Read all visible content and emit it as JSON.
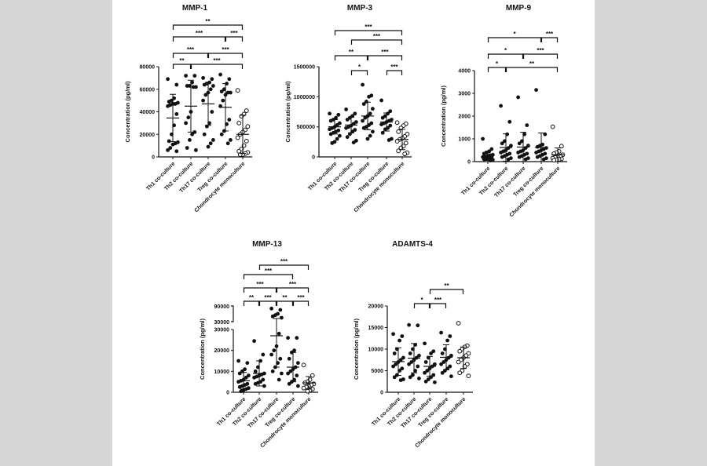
{
  "colors": {
    "background": "#d6d6d6",
    "figure": "#ffffff",
    "ink": "#111111"
  },
  "chart_data": [
    {
      "type": "scatter",
      "title": "MMP-1",
      "ylabel": "Concentration (pg/ml)",
      "ylim": [
        0,
        80000
      ],
      "yticks": [
        0,
        20000,
        40000,
        60000,
        80000
      ],
      "categories": [
        "Th1 co-culture",
        "Th2 co-culture",
        "Th17 co-culture",
        "Treg co-culture",
        "Chondrocyte monoculture"
      ],
      "open_marker_category": "Chondrocyte monoculture",
      "mean": [
        34500,
        45000,
        47000,
        44000,
        20000
      ],
      "sd": [
        21000,
        23000,
        19000,
        21000,
        17000
      ],
      "points": [
        [
          69000,
          64000,
          52000,
          50000,
          49000,
          48000,
          47000,
          47000,
          46000,
          45000,
          38000,
          28000,
          20000,
          14000,
          13000,
          12000,
          11000,
          8000,
          6000,
          5000
        ],
        [
          72000,
          72000,
          66000,
          63000,
          63000,
          62000,
          62000,
          40000,
          35000,
          30000,
          22000,
          20000,
          15000,
          8000,
          6000
        ],
        [
          70000,
          69000,
          66000,
          65000,
          64000,
          63000,
          60000,
          57000,
          55000,
          50000,
          40000,
          30000,
          27000,
          20000,
          15000,
          12000,
          9000
        ],
        [
          73000,
          69000,
          65000,
          60000,
          58000,
          57000,
          57000,
          55000,
          50000,
          45000,
          33000,
          29000,
          23000,
          20000,
          15000,
          12000
        ],
        [
          59000,
          41000,
          38000,
          36000,
          30000,
          27000,
          24000,
          22000,
          20000,
          17000,
          14000,
          10000,
          7000,
          5000,
          4000,
          3000,
          2000,
          2000
        ]
      ],
      "brackets": [
        {
          "from": 1,
          "to": 2,
          "level": 0,
          "label": "**"
        },
        {
          "from": 2,
          "to": 5,
          "level": 0,
          "label": "***"
        },
        {
          "from": 1,
          "to": 3,
          "level": 1,
          "label": "***"
        },
        {
          "from": 3,
          "to": 5,
          "level": 1,
          "label": "***"
        },
        {
          "from": 1,
          "to": 4,
          "level": 2,
          "label": "***"
        },
        {
          "from": 4,
          "to": 5,
          "level": 2,
          "label": "***"
        },
        {
          "from": 1,
          "to": 5,
          "level": 3,
          "label": "**"
        }
      ]
    },
    {
      "type": "scatter",
      "title": "MMP-3",
      "ylabel": "Concentration (pg/ml)",
      "ylim": [
        0,
        1500000
      ],
      "yticks": [
        0,
        500000,
        1000000,
        1500000
      ],
      "categories": [
        "Th1 co-culture",
        "Th2 co-culture",
        "Th17 co-culture",
        "Treg co-culture",
        "Chondrocyte monoculture"
      ],
      "open_marker_category": "Chondrocyte monoculture",
      "mean": [
        500000,
        530000,
        680000,
        580000,
        290000
      ],
      "sd": [
        120000,
        130000,
        230000,
        150000,
        170000
      ],
      "points": [
        [
          720000,
          700000,
          650000,
          620000,
          600000,
          560000,
          530000,
          500000,
          480000,
          460000,
          440000,
          420000,
          400000,
          380000,
          350000,
          300000,
          250000,
          230000
        ],
        [
          790000,
          720000,
          680000,
          650000,
          620000,
          580000,
          550000,
          520000,
          500000,
          480000,
          450000,
          420000,
          380000,
          330000,
          270000,
          240000
        ],
        [
          1200000,
          1020000,
          1000000,
          920000,
          880000,
          800000,
          720000,
          680000,
          650000,
          600000,
          560000,
          530000,
          500000,
          480000,
          420000,
          350000,
          300000
        ],
        [
          940000,
          760000,
          720000,
          680000,
          650000,
          620000,
          600000,
          580000,
          560000,
          540000,
          520000,
          480000,
          460000,
          400000,
          300000,
          280000
        ],
        [
          570000,
          550000,
          520000,
          480000,
          420000,
          380000,
          340000,
          310000,
          290000,
          260000,
          230000,
          180000,
          150000,
          100000,
          70000,
          50000
        ]
      ],
      "brackets": [
        {
          "from": 2,
          "to": 3,
          "level": 0,
          "label": "*"
        },
        {
          "from": 4,
          "to": 5,
          "level": 0,
          "label": "***"
        },
        {
          "from": 1,
          "to": 3,
          "level": 1,
          "label": "**"
        },
        {
          "from": 3,
          "to": 5,
          "level": 1,
          "label": "***"
        },
        {
          "from": 2,
          "to": 5,
          "level": 2,
          "label": "***"
        },
        {
          "from": 1,
          "to": 5,
          "level": 3,
          "label": "***"
        }
      ]
    },
    {
      "type": "scatter",
      "title": "MMP-9",
      "ylabel": "Concentration (pg/ml)",
      "ylim": [
        0,
        4000
      ],
      "yticks": [
        0,
        1000,
        2000,
        3000,
        4000
      ],
      "categories": [
        "Th1 co-culture",
        "Th2 co-culture",
        "Th17 co-culture",
        "Treg co-culture",
        "Chondrocyte monoculture"
      ],
      "open_marker_category": "Chondrocyte monoculture",
      "mean": [
        250,
        620,
        640,
        620,
        300
      ],
      "sd": [
        200,
        600,
        650,
        640,
        300
      ],
      "points": [
        [
          1000,
          550,
          450,
          400,
          350,
          300,
          280,
          250,
          220,
          200,
          180,
          150,
          120,
          100,
          80,
          50
        ],
        [
          2450,
          1750,
          1200,
          900,
          800,
          700,
          600,
          500,
          450,
          400,
          350,
          300,
          250,
          200,
          150,
          100
        ],
        [
          2830,
          1600,
          1200,
          900,
          800,
          700,
          600,
          500,
          450,
          400,
          350,
          300,
          250,
          200,
          150,
          100
        ],
        [
          3150,
          1200,
          750,
          700,
          650,
          600,
          550,
          500,
          450,
          400,
          350,
          300,
          250,
          200,
          150,
          100
        ],
        [
          1530,
          680,
          450,
          400,
          350,
          300,
          250,
          200,
          180,
          150,
          120,
          100,
          80,
          60
        ]
      ],
      "brackets": [
        {
          "from": 1,
          "to": 2,
          "level": 0,
          "label": "*"
        },
        {
          "from": 2,
          "to": 5,
          "level": 0,
          "label": "**"
        },
        {
          "from": 1,
          "to": 3,
          "level": 1,
          "label": "*"
        },
        {
          "from": 3,
          "to": 5,
          "level": 1,
          "label": "***"
        },
        {
          "from": 1,
          "to": 4,
          "level": 2,
          "label": "*"
        },
        {
          "from": 4,
          "to": 5,
          "level": 2,
          "label": "***"
        }
      ]
    },
    {
      "type": "scatter",
      "title": "MMP-13",
      "ylabel": "Concentration (pg/ml)",
      "ylim": [
        0,
        90000
      ],
      "axis_break": [
        30000,
        30000
      ],
      "yticks": [
        0,
        10000,
        20000,
        30000
      ],
      "yticks_upper": [
        30000,
        90000
      ],
      "categories": [
        "Th1 co-culture",
        "Th2 co-culture",
        "Th17 co-culture",
        "Treg co-culture",
        "Chondrocyte monoculture"
      ],
      "open_marker_category": "Chondrocyte monoculture",
      "mean": [
        5500,
        9000,
        27000,
        12000,
        4500
      ],
      "sd": [
        4000,
        6000,
        15000,
        7000,
        3000
      ],
      "points": [
        [
          15000,
          14000,
          11000,
          10000,
          9000,
          8000,
          7000,
          6000,
          5500,
          5000,
          4000,
          3500,
          3000,
          2500,
          2000,
          1500,
          1000,
          500
        ],
        [
          24500,
          18000,
          15000,
          12000,
          10000,
          9000,
          8500,
          8000,
          7500,
          7000,
          6000,
          5000,
          4500,
          4000,
          3000
        ],
        [
          80000,
          75000,
          60000,
          55000,
          50000,
          45000,
          28000,
          22000,
          20000,
          18000,
          16000,
          14000,
          12000,
          10000,
          9000,
          6000
        ],
        [
          26000,
          26000,
          20000,
          19000,
          16000,
          14000,
          12000,
          11000,
          10000,
          9000,
          8000,
          6000,
          5000,
          4000,
          3000
        ],
        [
          13000,
          8000,
          6000,
          5000,
          4500,
          4000,
          3500,
          3000,
          2500,
          2000,
          1500,
          1000,
          500
        ]
      ],
      "brackets": [
        {
          "from": 1,
          "to": 2,
          "level": 0,
          "label": "**"
        },
        {
          "from": 2,
          "to": 3,
          "level": 0,
          "label": "***"
        },
        {
          "from": 3,
          "to": 4,
          "level": 0,
          "label": "**"
        },
        {
          "from": 4,
          "to": 5,
          "level": 0,
          "label": "***"
        },
        {
          "from": 1,
          "to": 3,
          "level": 1,
          "label": "***"
        },
        {
          "from": 3,
          "to": 5,
          "level": 1,
          "label": "***"
        },
        {
          "from": 1,
          "to": 4,
          "level": 2,
          "label": "***"
        },
        {
          "from": 2,
          "to": 5,
          "level": 3,
          "label": "***"
        }
      ]
    },
    {
      "type": "scatter",
      "title": "ADAMTS-4",
      "ylabel": "Concentration (pg/ml)",
      "ylim": [
        0,
        20000
      ],
      "yticks": [
        0,
        5000,
        10000,
        15000,
        20000
      ],
      "categories": [
        "Th1 co-culture",
        "Th2 co-culture",
        "Th17 co-culture",
        "Treg co-culture",
        "Chondrocyte monoculture"
      ],
      "open_marker_category": "Chondrocyte monoculture",
      "mean": [
        7100,
        7900,
        6000,
        8100,
        8000
      ],
      "sd": [
        3200,
        3400,
        2300,
        2900,
        2500
      ],
      "points": [
        [
          13500,
          13000,
          12000,
          10000,
          9000,
          8000,
          7500,
          7000,
          6500,
          6000,
          5500,
          5000,
          4000,
          3500,
          3000,
          2800
        ],
        [
          15600,
          15500,
          11000,
          10000,
          9000,
          8500,
          8000,
          7500,
          7000,
          6500,
          6000,
          5000,
          4000,
          3500,
          3200
        ],
        [
          11300,
          9500,
          9000,
          8000,
          7000,
          6500,
          6000,
          5500,
          5000,
          4500,
          4000,
          3500,
          3000,
          2500,
          2300
        ],
        [
          13800,
          13000,
          12000,
          10000,
          9000,
          8500,
          8000,
          7500,
          7000,
          6500,
          6000,
          5500,
          5000,
          4500,
          3700
        ],
        [
          16000,
          10800,
          10500,
          10000,
          9500,
          9000,
          8500,
          8000,
          7500,
          7000,
          6500,
          6000,
          5000,
          4500,
          3800
        ]
      ],
      "brackets": [
        {
          "from": 2,
          "to": 3,
          "level": 0,
          "label": "*"
        },
        {
          "from": 3,
          "to": 4,
          "level": 0,
          "label": "***"
        },
        {
          "from": 3,
          "to": 5,
          "level": 1,
          "label": "**"
        }
      ]
    }
  ]
}
